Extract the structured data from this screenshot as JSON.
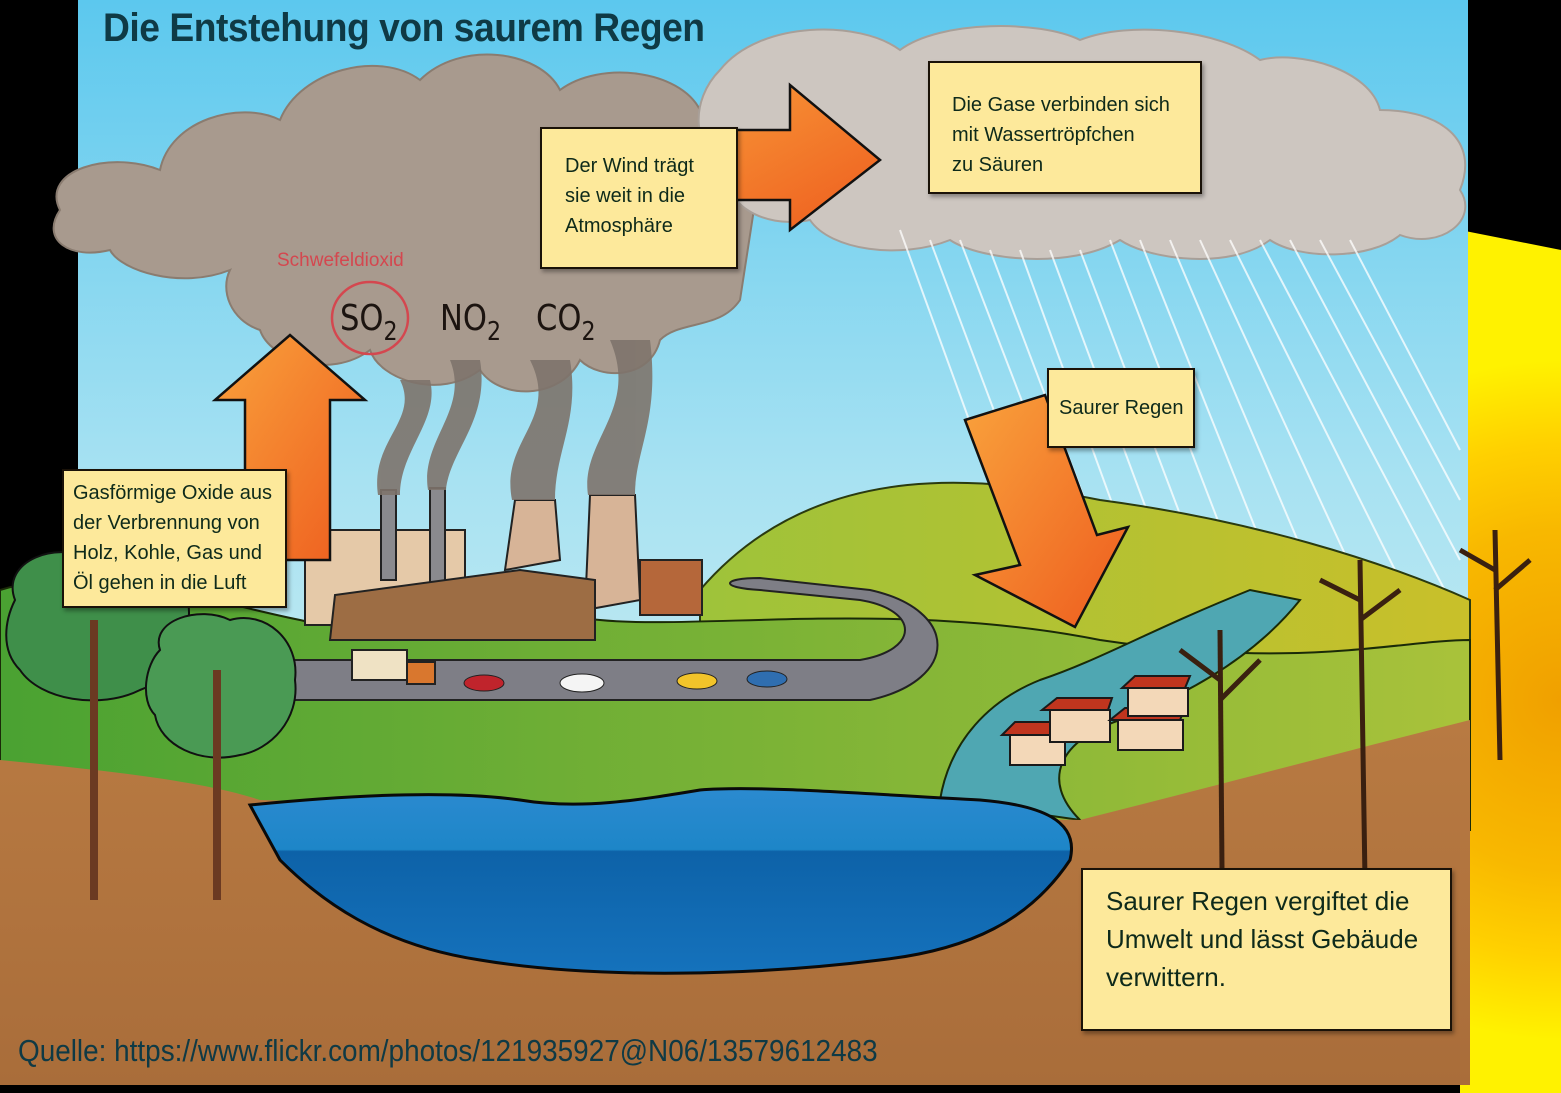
{
  "title": "Die Entstehung von saurem Regen",
  "notes": {
    "wind": "Der Wind trägt\nsie weit in die\nAtmosphäre",
    "gases": "Die Gase verbinden sich\nmit Wassertröpfchen\nzu Säuren",
    "oxides": "Gasförmige Oxide aus\nder Verbrennung von\nHolz, Kohle, Gas und\nÖl gehen in die Luft",
    "acid_rain": "Saurer Regen",
    "effects": "Saurer Regen vergiftet die\nUmwelt und lässt Gebäude\nverwittern."
  },
  "gas_label": "Schwefeldioxid",
  "formulas": [
    {
      "base": "SO",
      "sub": "2",
      "circled": true
    },
    {
      "base": "NO",
      "sub": "2",
      "circled": false
    },
    {
      "base": "CO",
      "sub": "2",
      "circled": false
    }
  ],
  "source": "Quelle: https://www.flickr.com/photos/121935927@N06/13579612483",
  "colors": {
    "sky": "#7fd3ee",
    "cloud": "#a89a8e",
    "arrow": "#f47a28",
    "note_bg": "#fde99b",
    "soil": "#b5773e",
    "lake": "#1f73b8",
    "grass": "#5eab2e",
    "highlight_red": "#d4474f",
    "text_dark": "#0f3a45"
  }
}
